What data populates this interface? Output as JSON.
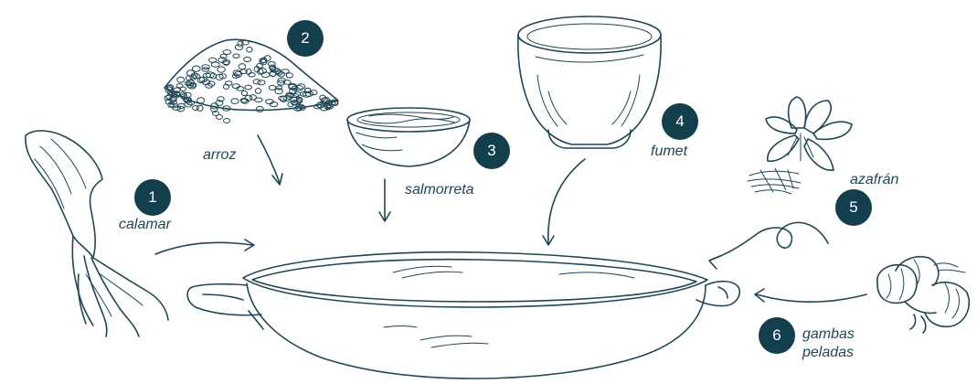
{
  "colors": {
    "ink": "#1f4655",
    "badge": "#133f4d",
    "background": "#ffffff"
  },
  "steps": [
    {
      "number": "1",
      "label": "calamar"
    },
    {
      "number": "2",
      "label": "arroz"
    },
    {
      "number": "3",
      "label": "salmorreta"
    },
    {
      "number": "4",
      "label": "fumet"
    },
    {
      "number": "5",
      "label": "azafrán"
    },
    {
      "number": "6",
      "label": "gambas",
      "label2": "peladas"
    }
  ],
  "illustrations": [
    "squid-illustration",
    "rice-pile-illustration",
    "salmorreta-bowl-illustration",
    "fumet-glass-illustration",
    "saffron-flower-illustration",
    "shrimp-illustration",
    "paella-pan-illustration"
  ]
}
